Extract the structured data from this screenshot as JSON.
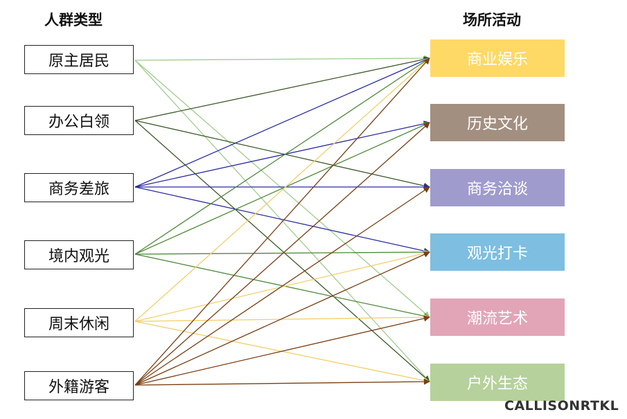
{
  "headings": {
    "groups": "人群类型",
    "activities": "场所活动"
  },
  "groups": [
    {
      "id": "g1",
      "label": "原主居民",
      "color": "#9fce8e"
    },
    {
      "id": "g2",
      "label": "办公白领",
      "color": "#3d5a2a"
    },
    {
      "id": "g3",
      "label": "商务差旅",
      "color": "#2a2aa0"
    },
    {
      "id": "g4",
      "label": "境内观光",
      "color": "#4e8a3a"
    },
    {
      "id": "g5",
      "label": "周末休闲",
      "color": "#f2cf6a"
    },
    {
      "id": "g6",
      "label": "外籍游客",
      "color": "#7a3e12"
    }
  ],
  "activities": [
    {
      "id": "a1",
      "label": "商业娱乐",
      "color": "#ffd966"
    },
    {
      "id": "a2",
      "label": "历史文化",
      "color": "#a38f80"
    },
    {
      "id": "a3",
      "label": "商务洽谈",
      "color": "#9f9bcc"
    },
    {
      "id": "a4",
      "label": "观光打卡",
      "color": "#7ebee0"
    },
    {
      "id": "a5",
      "label": "潮流艺术",
      "color": "#e2a5b8"
    },
    {
      "id": "a6",
      "label": "户外生态",
      "color": "#b6d19b"
    }
  ],
  "links": [
    {
      "from": 0,
      "to": 0
    },
    {
      "from": 0,
      "to": 4
    },
    {
      "from": 0,
      "to": 5
    },
    {
      "from": 1,
      "to": 0
    },
    {
      "from": 1,
      "to": 2
    },
    {
      "from": 1,
      "to": 5
    },
    {
      "from": 2,
      "to": 0
    },
    {
      "from": 2,
      "to": 1
    },
    {
      "from": 2,
      "to": 2
    },
    {
      "from": 2,
      "to": 3
    },
    {
      "from": 3,
      "to": 0
    },
    {
      "from": 3,
      "to": 1
    },
    {
      "from": 3,
      "to": 3
    },
    {
      "from": 3,
      "to": 4
    },
    {
      "from": 4,
      "to": 0
    },
    {
      "from": 4,
      "to": 3
    },
    {
      "from": 4,
      "to": 4
    },
    {
      "from": 4,
      "to": 5
    },
    {
      "from": 5,
      "to": 0
    },
    {
      "from": 5,
      "to": 1
    },
    {
      "from": 5,
      "to": 2
    },
    {
      "from": 5,
      "to": 3
    },
    {
      "from": 5,
      "to": 4
    },
    {
      "from": 5,
      "to": 5
    }
  ],
  "logo_text": "CALLISONRTKL"
}
